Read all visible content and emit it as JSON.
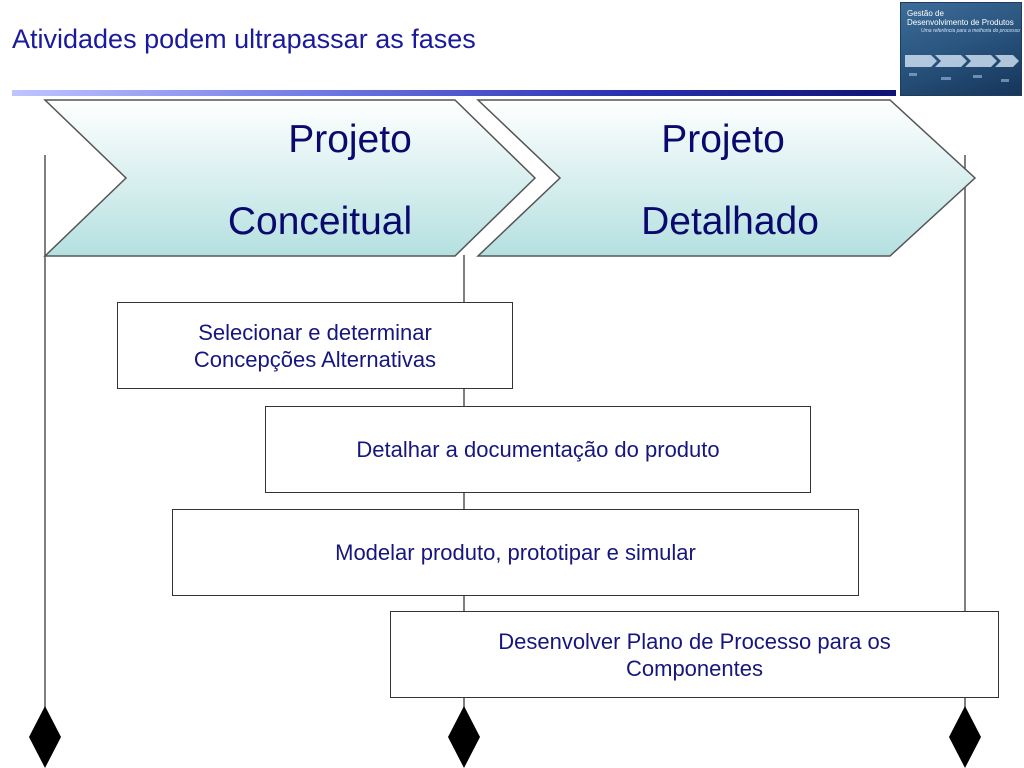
{
  "slide": {
    "title": "Atividades podem ultrapassar as fases",
    "title_color": "#1a1a9c"
  },
  "logo": {
    "line1": "Gestão de",
    "line2": "Desenvolvimento de Produtos",
    "line3": "Uma referência para a melhoria do processo"
  },
  "phases": [
    {
      "line1": "Projeto",
      "line2": "Conceitual"
    },
    {
      "line1": "Projeto",
      "line2": "Detalhado"
    }
  ],
  "activities": [
    {
      "text": "Selecionar e determinar Concepções Alternativas"
    },
    {
      "text": "Detalhar a documentação do produto"
    },
    {
      "text": "Modelar produto, prototipar e simular"
    },
    {
      "text": "Desenvolver Plano de Processo para os Componentes"
    }
  ],
  "colors": {
    "phase_fill_top": "#ffffff",
    "phase_fill_bottom": "#b5e0e0",
    "phase_text": "#0a0a6e",
    "activity_text": "#16167e",
    "milestone": "#000000"
  }
}
